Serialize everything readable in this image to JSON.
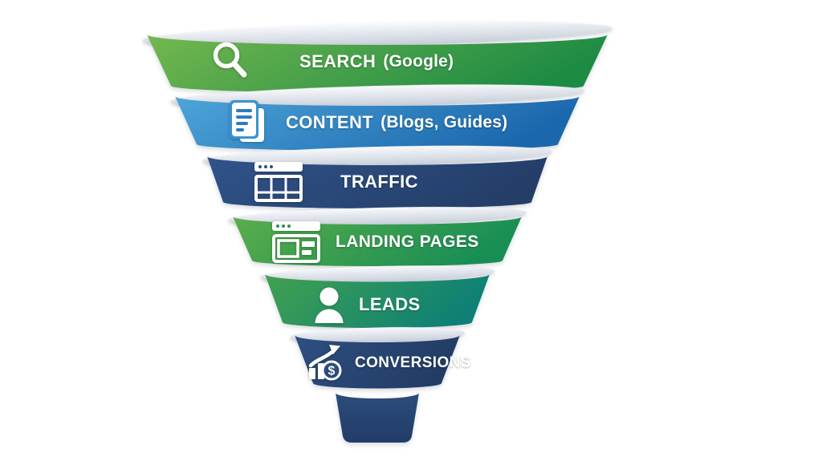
{
  "page": {
    "background": "#ffffff",
    "text_color": "#ffffff"
  },
  "funnel": {
    "type": "funnel-diagram",
    "lip_color_top": "#f8fafc",
    "lip_color_bottom": "#c7ced9",
    "spout_color_top": "#2b4d7d",
    "spout_color_bottom": "#223c66",
    "stages": [
      {
        "label": "SEARCH",
        "sublabel": "(Google)",
        "icon": "search-icon",
        "color_start": "#74b84f",
        "color_end": "#1e8b44"
      },
      {
        "label": "CONTENT",
        "sublabel": "(Blogs, Guides)",
        "icon": "document-icon",
        "color_start": "#4da5d9",
        "color_end": "#1b67ad",
        "icon_gap_color": "#3b93cf",
        "icon_line_color": "#2e7dbd"
      },
      {
        "label": "TRAFFIC",
        "sublabel": "",
        "icon": "browser-table-icon",
        "color_start": "#30538a",
        "color_end": "#243e68",
        "icon_dot_color": "#2c4d7f"
      },
      {
        "label": "LANDING PAGES",
        "sublabel": "",
        "icon": "browser-layout-icon",
        "color_start": "#5bad4a",
        "color_end": "#188e55",
        "icon_dot_color": "#2e9050"
      },
      {
        "label": "LEADS",
        "sublabel": "",
        "icon": "user-icon",
        "color_start": "#41a14f",
        "color_end": "#0e8076"
      },
      {
        "label": "CONVERSIONS",
        "sublabel": "",
        "icon": "growth-chart-dollar-icon",
        "color_start": "#2d4f81",
        "color_end": "#233c64",
        "icon_badge_color": "#2c4d7d",
        "icon_dollar_glyph": "$"
      }
    ]
  }
}
